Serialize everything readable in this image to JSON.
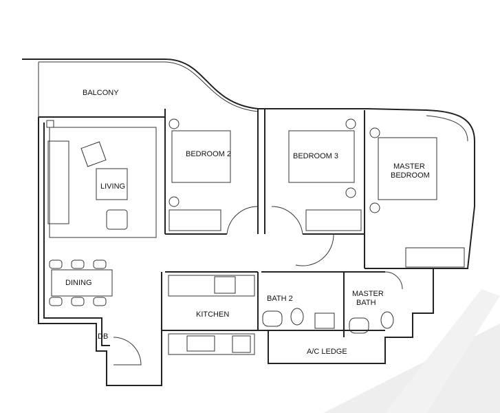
{
  "rooms": {
    "balcony": "BALCONY",
    "bedroom2": "BEDROOM 2",
    "bedroom3": "BEDROOM 3",
    "master_bedroom_line1": "MASTER",
    "master_bedroom_line2": "BEDROOM",
    "living": "LIVING",
    "dining": "DINING",
    "kitchen": "KITCHEN",
    "bath2": "BATH 2",
    "master_bath_line1": "MASTER",
    "master_bath_line2": "BATH",
    "db": "DB",
    "ac_ledge": "A/C LEDGE"
  }
}
